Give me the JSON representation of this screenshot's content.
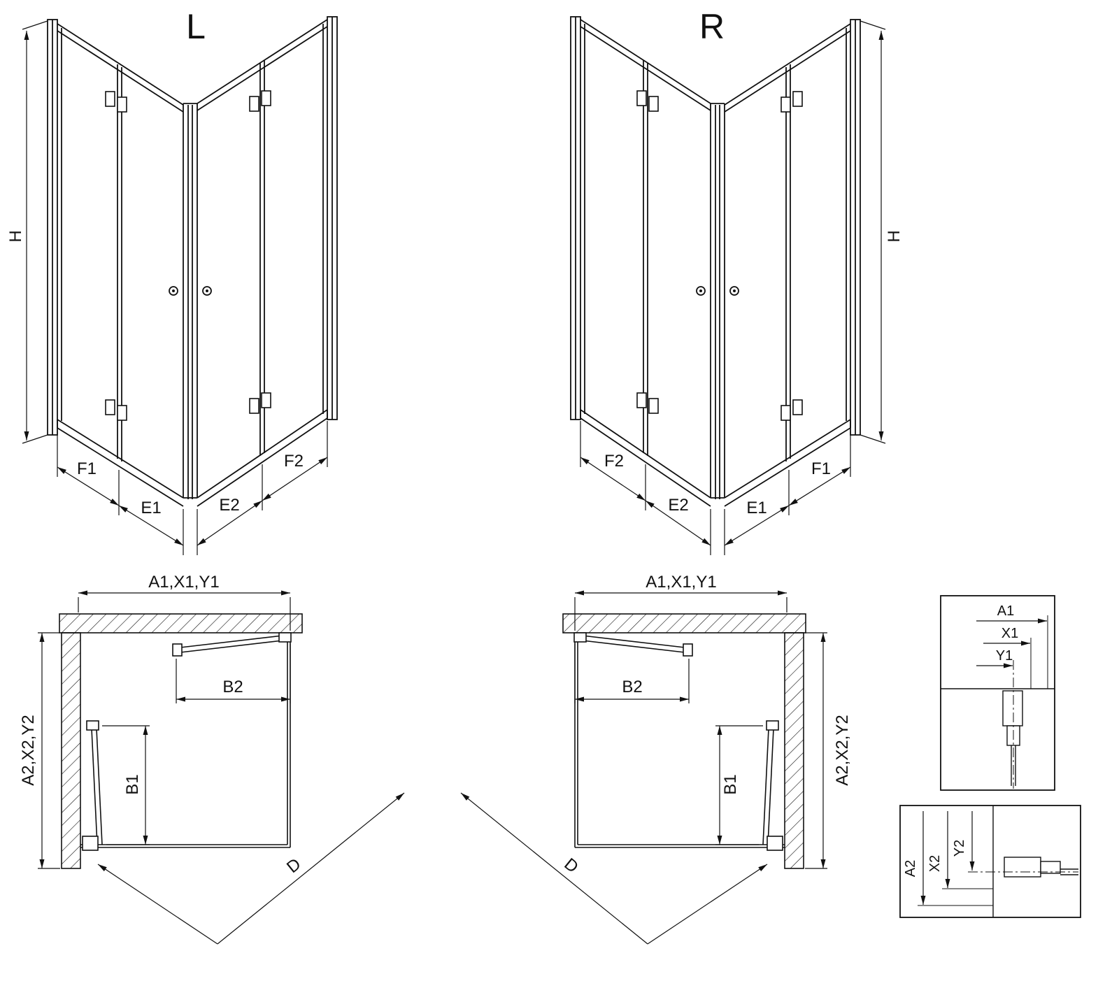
{
  "page": {
    "background": "#ffffff",
    "line_color": "#111111"
  },
  "perspective_l": {
    "title": "L",
    "height_dim": "H",
    "bottom_dims": [
      "F1",
      "E1",
      "E2",
      "F2"
    ]
  },
  "perspective_r": {
    "title": "R",
    "height_dim": "H",
    "bottom_dims": [
      "F2",
      "E2",
      "E1",
      "F1"
    ]
  },
  "plan_l": {
    "width_dim": "A1,X1,Y1",
    "depth_dim": "A2,X2,Y2",
    "door_top_dim": "B2",
    "door_side_dim": "B1",
    "diagonal_dim": "D"
  },
  "plan_r": {
    "width_dim": "A1,X1,Y1",
    "depth_dim": "A2,X2,Y2",
    "door_top_dim": "B2",
    "door_side_dim": "B1",
    "diagonal_dim": "D"
  },
  "detail_width_profile": {
    "dims": [
      "A1",
      "X1",
      "Y1"
    ]
  },
  "detail_depth_profile": {
    "dims": [
      "A2",
      "X2",
      "Y2"
    ]
  }
}
